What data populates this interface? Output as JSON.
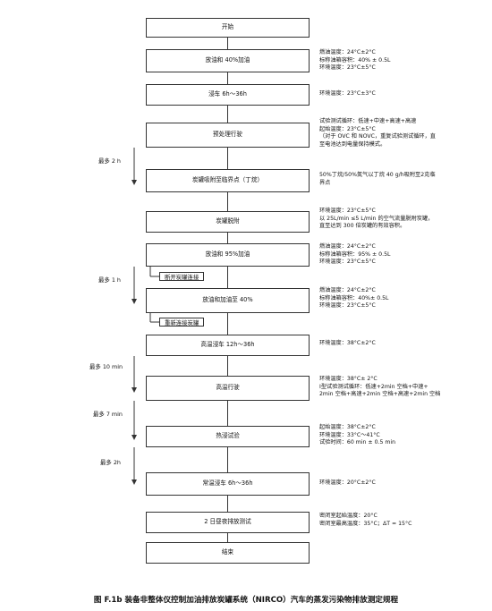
{
  "steps": [
    "开始",
    "放油和 40%加油",
    "浸车 6h～36h",
    "预处理行驶",
    "炭罐吸附至临界点（丁烷）",
    "炭罐脱附",
    "放油和 95%加油",
    "放油和加油至 40%",
    "高温浸车 12h～36h",
    "高温行驶",
    "热浸试验",
    "常温浸车 6h～36h",
    "2 日昼夜排放测试",
    "结束"
  ],
  "conditions": {
    "c1": "燃油温度：24°C±2°C\n标称油箱容积：40% ± 0.5L\n环境温度：23°C±5°C",
    "c2": "环境温度：23°C±3°C",
    "c3": "试验测试循环：低速+中速+高速+高速\n起始温度：23°C±5°C\n（对于 OVC 和 NOVC，重复试验测试循环，直\n至电池达到电量保持模式。",
    "c4": "50%丁烷/50%氮气以丁烷 40 g/h吸附至2克临\n界点",
    "c5": "环境温度：23°C±5°C\n以 25L/min ≤5 L/min 的空气流量脱附炭罐，\n直至达到 300 倍炭罐的有效容积。",
    "c6": "燃油温度：24°C±2°C\n标称油箱容积：95% ± 0.5L\n环境温度：23°C±5°C",
    "c7": "燃油温度：24°C±2°C\n标称油箱容积：40%± 0.5L\n环境温度：23°C±5°C",
    "c8": "环境温度：38°C±2°C",
    "c9": "环境温度：38°C± 2°C\nⅠ型试验测试循环：低速+2min 空档+中速+\n2min 空档+高速+2min 空档+高速+2min 空档",
    "c10": "起始温度：38°C±2°C\n环境温度：33°C～41°C\n试验时间：60 min ± 0.5 min",
    "c11": "环境温度：20°C±2°C",
    "c12": "密闭室起始温度：20°C\n密闭室最高温度：35°C；ΔT = 15°C"
  },
  "loops": {
    "l1": "最多 2 h",
    "l2": "最多 1 h",
    "l3": "最多 10 min",
    "l4": "最多 7 min",
    "l5": "最多 2h"
  },
  "side_boxes": {
    "disconnect": "断开炭罐连接",
    "reconnect": "重新连接炭罐"
  },
  "caption": "图 F.1b 装备非整体仪控制加油排放炭罐系统（NIRCO）汽车的蒸发污染物排放测定规程"
}
